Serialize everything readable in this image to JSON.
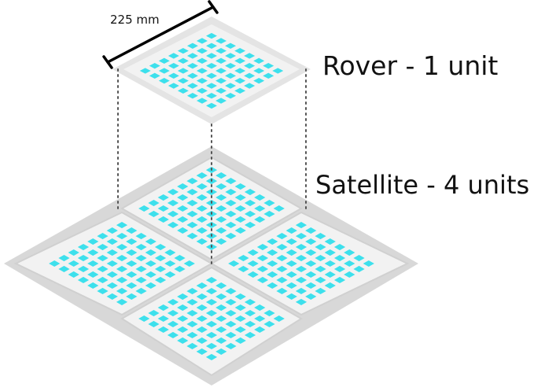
{
  "dimension_label": "225 mm",
  "rover_label": "Rover - 1 unit",
  "satellite_label": "Satellite - 4 units",
  "colors": {
    "cell": "#3de0ec",
    "panel_fill": "#f2f2f2",
    "base_plate": "#d8d8d8",
    "seam": "#d0d0d0",
    "line": "#000000",
    "guide": "#555555"
  }
}
